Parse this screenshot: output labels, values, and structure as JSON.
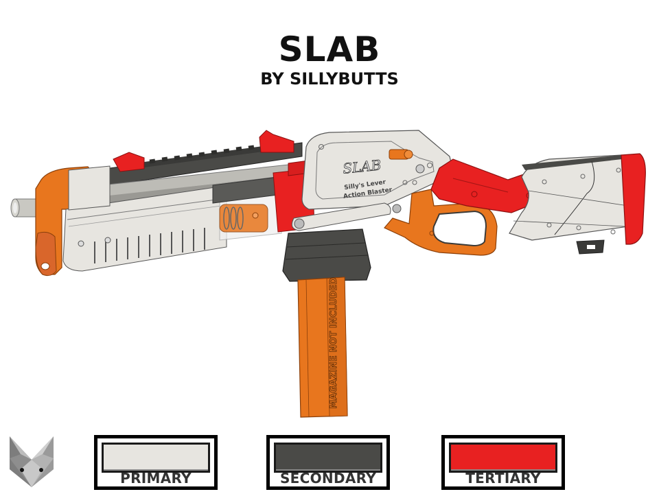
{
  "header": {
    "title": "SLAB",
    "subtitle": "BY SILLYBUTTS"
  },
  "render": {
    "receiver_logo": "SLAB",
    "receiver_engraving_line1": "Silly's Lever",
    "receiver_engraving_line2": "Action Blaster",
    "magazine_text": "MAGAZINE NOT INCLUDED",
    "part_colors": {
      "primary": "#e7e5e0",
      "secondary": "#4a4a47",
      "tertiary": "#e82121",
      "accent_orange": "#e8761e",
      "barrel": "#c9c8c2"
    }
  },
  "logo": {
    "icon": "fox-head-icon"
  },
  "swatches": [
    {
      "label": "PRIMARY",
      "color": "#e7e5e0"
    },
    {
      "label": "SECONDARY",
      "color": "#4a4a47"
    },
    {
      "label": "TERTIARY",
      "color": "#e82121"
    }
  ]
}
